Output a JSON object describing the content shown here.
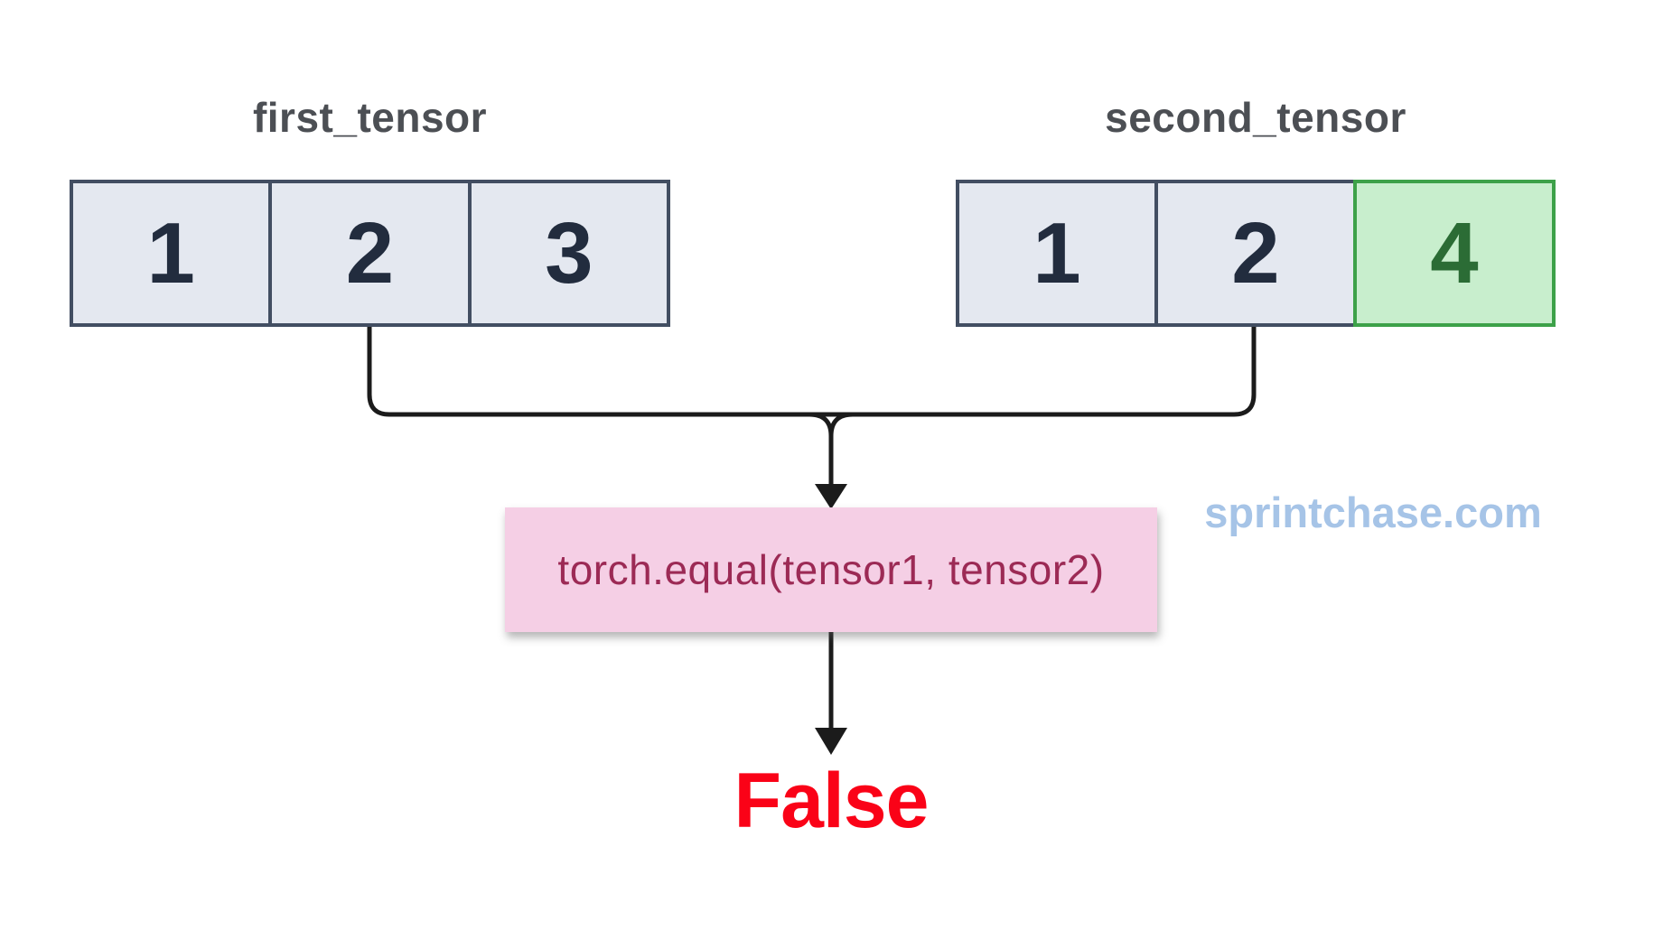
{
  "diagram": {
    "description": "torch.equal comparison of two unequal tensors"
  },
  "tensors": [
    {
      "name": "first_tensor",
      "cells": [
        "1",
        "2",
        "3"
      ],
      "highlight_index": -1
    },
    {
      "name": "second_tensor",
      "cells": [
        "1",
        "2",
        "4"
      ],
      "highlight_index": 2
    }
  ],
  "operation": {
    "label": "torch.equal(tensor1, tensor2)"
  },
  "result": {
    "text": "False"
  },
  "watermark": {
    "text": "sprintchase.com"
  },
  "colors": {
    "background": "#ffffff",
    "cell_fill": "#e4e8f0",
    "cell_border": "#424e62",
    "cell_text": "#222c3e",
    "highlight_fill": "#c8eecd",
    "highlight_border": "#3da149",
    "highlight_text": "#2b6c35",
    "title_text": "#4c4f54",
    "connector_line": "#1b1b1b",
    "operation_bg": "#f5cfe5",
    "operation_text": "#9c2a55",
    "result_text": "#fa0217",
    "watermark_text": "#a6c4e7"
  }
}
